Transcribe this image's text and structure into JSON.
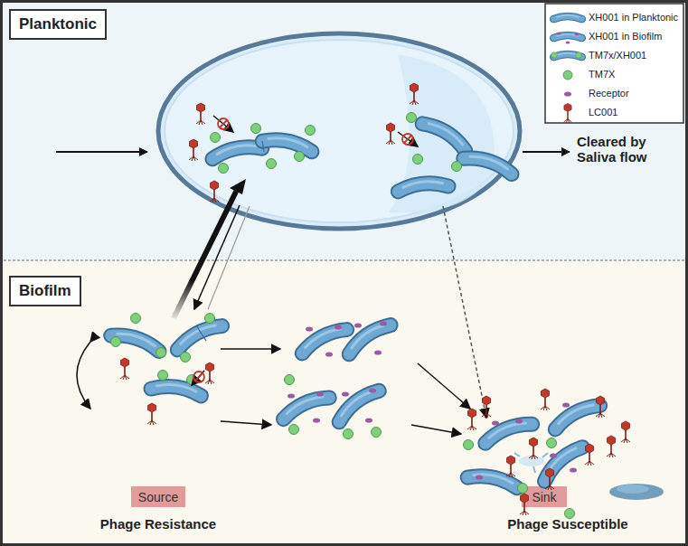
{
  "diagram": {
    "nodes": [
      {
        "text": [
          "Planktonic"
        ]
      },
      {
        "text": [
          "Biofilm"
        ]
      },
      {
        "text": [
          "Source"
        ],
        "in": 1
      },
      {
        "text": [
          "Sink"
        ],
        "in": 1
      }
    ],
    "labels": [
      "Cleared by Saliva flow",
      "Phage Resistance",
      "Phage Susceptible"
    ],
    "legend": [
      {
        "text": "XH001 in Planktonic"
      },
      {
        "text": "XH001 in Biofilm"
      },
      {
        "text": "TM7x/XH001"
      },
      {
        "text": "TM7X"
      },
      {
        "text": "Receptor"
      },
      {
        "text": "LC001"
      }
    ]
  }
}
